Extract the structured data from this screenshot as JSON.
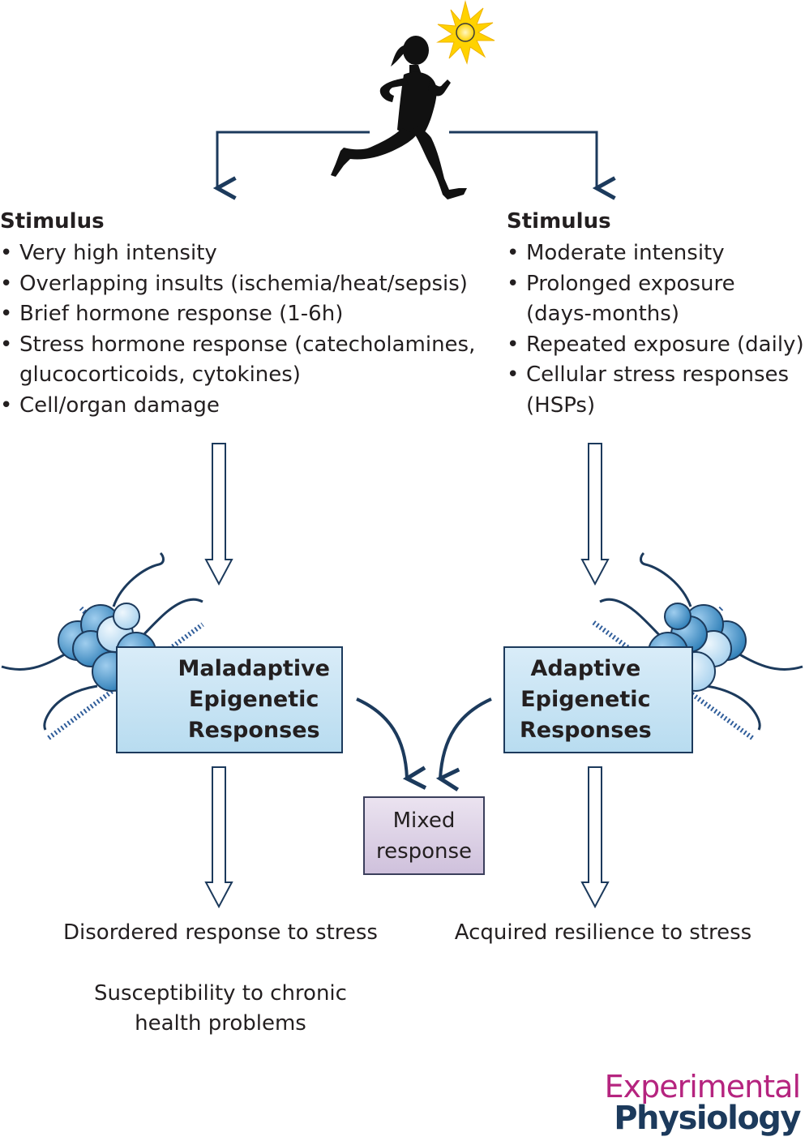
{
  "colors": {
    "arrow_navy": "#1c3a5c",
    "box_blue": "#c6e3f5",
    "box_purple": "#ddd2e6",
    "nucleosome_blue": "#3d8fc6",
    "sun_yellow": "#ffd200",
    "brand_magenta": "#b5247f",
    "brand_navy": "#1c3a5c"
  },
  "icons": [
    "runner-icon",
    "sun-icon",
    "nucleosome-icon"
  ],
  "left": {
    "heading": "Stimulus",
    "items": [
      [
        "Very high intensity"
      ],
      [
        "Overlapping insults (ischemia/heat/sepsis)"
      ],
      [
        "Brief hormone response (1-6h)"
      ],
      [
        "Stress hormone response (catecholamines,",
        "glucocorticoids, cytokines)"
      ],
      [
        "Cell/organ damage"
      ]
    ],
    "box": [
      "Maladaptive",
      "Epigenetic",
      "Responses"
    ],
    "outcome1": "Disordered response to stress",
    "outcome2": [
      "Susceptibility to chronic",
      "health problems"
    ]
  },
  "right": {
    "heading": "Stimulus",
    "items": [
      [
        "Moderate intensity"
      ],
      [
        "Prolonged exposure",
        "(days-months)"
      ],
      [
        "Repeated exposure (daily)"
      ],
      [
        "Cellular stress responses",
        "(HSPs)"
      ]
    ],
    "box": [
      "Adaptive",
      "Epigenetic",
      "Responses"
    ],
    "outcome1": "Acquired resilience to stress"
  },
  "mixed": [
    "Mixed",
    "response"
  ],
  "brand": {
    "line1": "Experimental",
    "line2": "Physiology"
  }
}
